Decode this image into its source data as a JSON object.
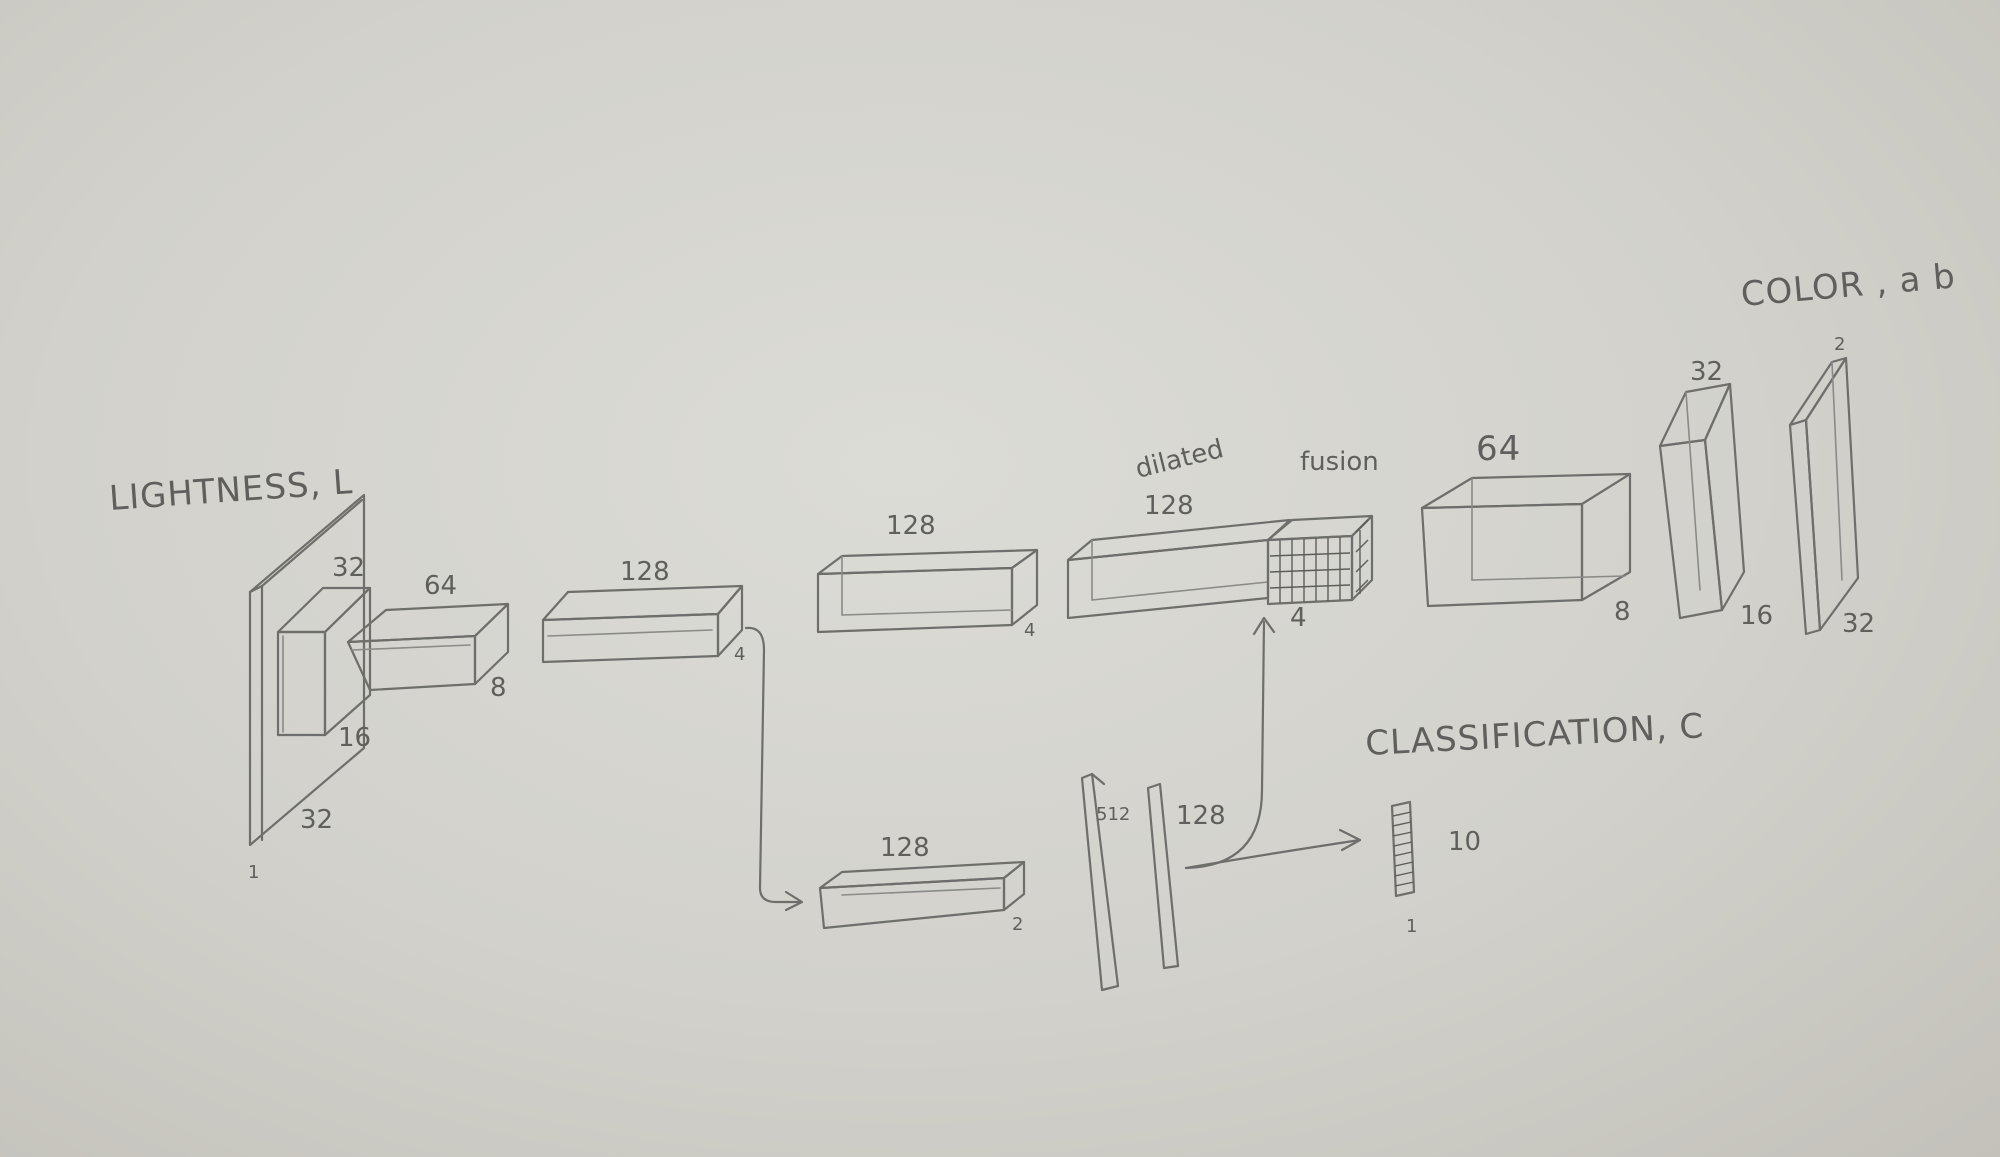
{
  "labels": {
    "input": "LIGHTNESS, L",
    "output": "COLOR , a b",
    "classification": "CLASSIFICATION, C",
    "dilated": "dilated",
    "fusion": "fusion"
  },
  "dims": {
    "input_depth": "1",
    "input_size": "32",
    "conv1_top": "32",
    "conv1_side": "16",
    "conv2_top": "64",
    "conv2_side": "8",
    "conv3_top": "128",
    "conv3_side": "4",
    "conv4_top": "128",
    "conv4_side": "4",
    "dilated_top": "128",
    "fusion_side": "4",
    "up1_top": "64",
    "up1_side": "8",
    "up2_top": "32",
    "up2_side": "16",
    "out_top": "2",
    "out_side": "32",
    "branch_top": "128",
    "branch_side": "2",
    "fc1": "512",
    "fc2": "128",
    "cls_size": "10",
    "cls_depth": "1"
  }
}
